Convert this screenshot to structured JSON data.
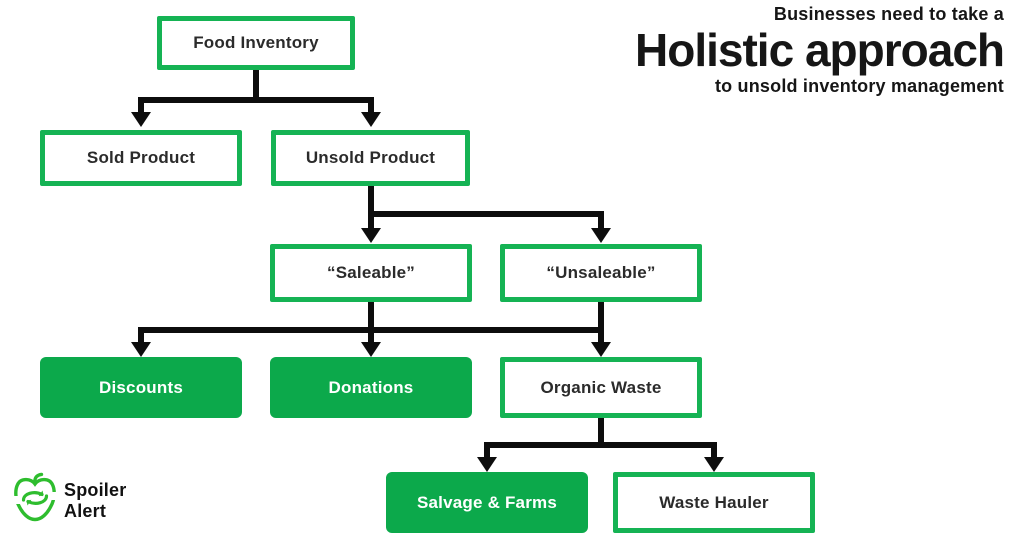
{
  "header": {
    "line1": "Businesses need to take a",
    "line2": "Holistic approach",
    "line3": "to unsold inventory management"
  },
  "diagram": {
    "nodes": {
      "food_inventory": {
        "label": "Food Inventory",
        "variant": "outline"
      },
      "sold_product": {
        "label": "Sold Product",
        "variant": "outline"
      },
      "unsold_product": {
        "label": "Unsold Product",
        "variant": "outline"
      },
      "saleable": {
        "label": "“Saleable”",
        "variant": "outline"
      },
      "unsaleable": {
        "label": "“Unsaleable”",
        "variant": "outline"
      },
      "discounts": {
        "label": "Discounts",
        "variant": "filled"
      },
      "donations": {
        "label": "Donations",
        "variant": "filled"
      },
      "organic_waste": {
        "label": "Organic Waste",
        "variant": "outline"
      },
      "salvage_farms": {
        "label": "Salvage & Farms",
        "variant": "filled"
      },
      "waste_hauler": {
        "label": "Waste Hauler",
        "variant": "outline"
      }
    },
    "edges": [
      {
        "from": "food_inventory",
        "to": "sold_product"
      },
      {
        "from": "food_inventory",
        "to": "unsold_product"
      },
      {
        "from": "unsold_product",
        "to": "saleable"
      },
      {
        "from": "unsold_product",
        "to": "unsaleable"
      },
      {
        "from": "saleable",
        "to": "discounts"
      },
      {
        "from": "saleable",
        "to": "donations"
      },
      {
        "from": "unsaleable",
        "to": "organic_waste"
      },
      {
        "from": "organic_waste",
        "to": "salvage_farms"
      },
      {
        "from": "organic_waste",
        "to": "waste_hauler"
      }
    ]
  },
  "logo": {
    "brand": "Spoiler Alert",
    "line1": "Spoiler",
    "line2": "Alert",
    "icon": "apple-recycle-icon"
  },
  "colors": {
    "box_border_green": "#15b354",
    "box_fill_green": "#0ca94b",
    "connector_black": "#0d0d0d",
    "box_text_dark": "#2b2b2b",
    "title_black": "#161616",
    "logo_green": "#2ebd2e"
  }
}
